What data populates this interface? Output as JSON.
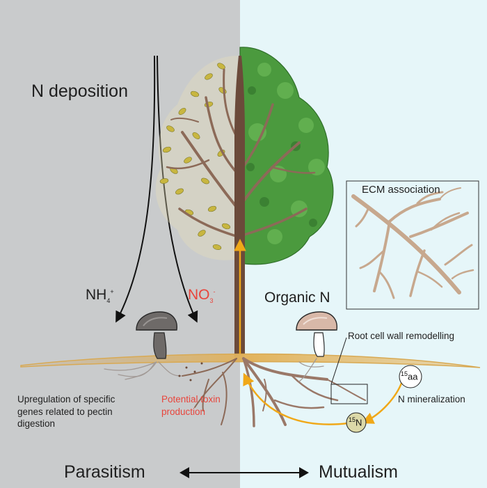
{
  "labels": {
    "n_deposition": "N deposition",
    "nh4_base": "NH",
    "nh4_sub": "4",
    "nh4_sup": "+",
    "no3_base": "NO",
    "no3_sub": "3",
    "no3_sup": "-",
    "organic_n": "Organic N",
    "ecm_association": "ECM association",
    "root_cell_wall": "Root cell wall remodelling",
    "upregulation": "Upregulation of specific genes related to pectin digestion",
    "upregulation_lines": [
      "Upregulation of specific",
      "genes related to pectin",
      "digestion"
    ],
    "toxin_lines": [
      "Potential toxin",
      "production"
    ],
    "aa_sup": "15",
    "aa_base": "aa",
    "n15_sup": "15",
    "n15_base": "N",
    "n_mineralization": "N mineralization",
    "parasitism": "Parasitism",
    "mutualism": "Mutualism"
  },
  "colors": {
    "left_panel": "#c9cbcc",
    "right_panel": "#e6f6f9",
    "soil_line": "#e0b467",
    "trunk": "#6b4a3a",
    "branch": "#8c6a58",
    "root": "#9a7868",
    "foliage_yellow": "#c8b640",
    "foliage_green": "#4b9a3e",
    "arrow_orange": "#f0a818",
    "toxin_red": "#e8453c",
    "ecm_root": "#c7a88e",
    "n15_chip": "#dcd9a8"
  }
}
